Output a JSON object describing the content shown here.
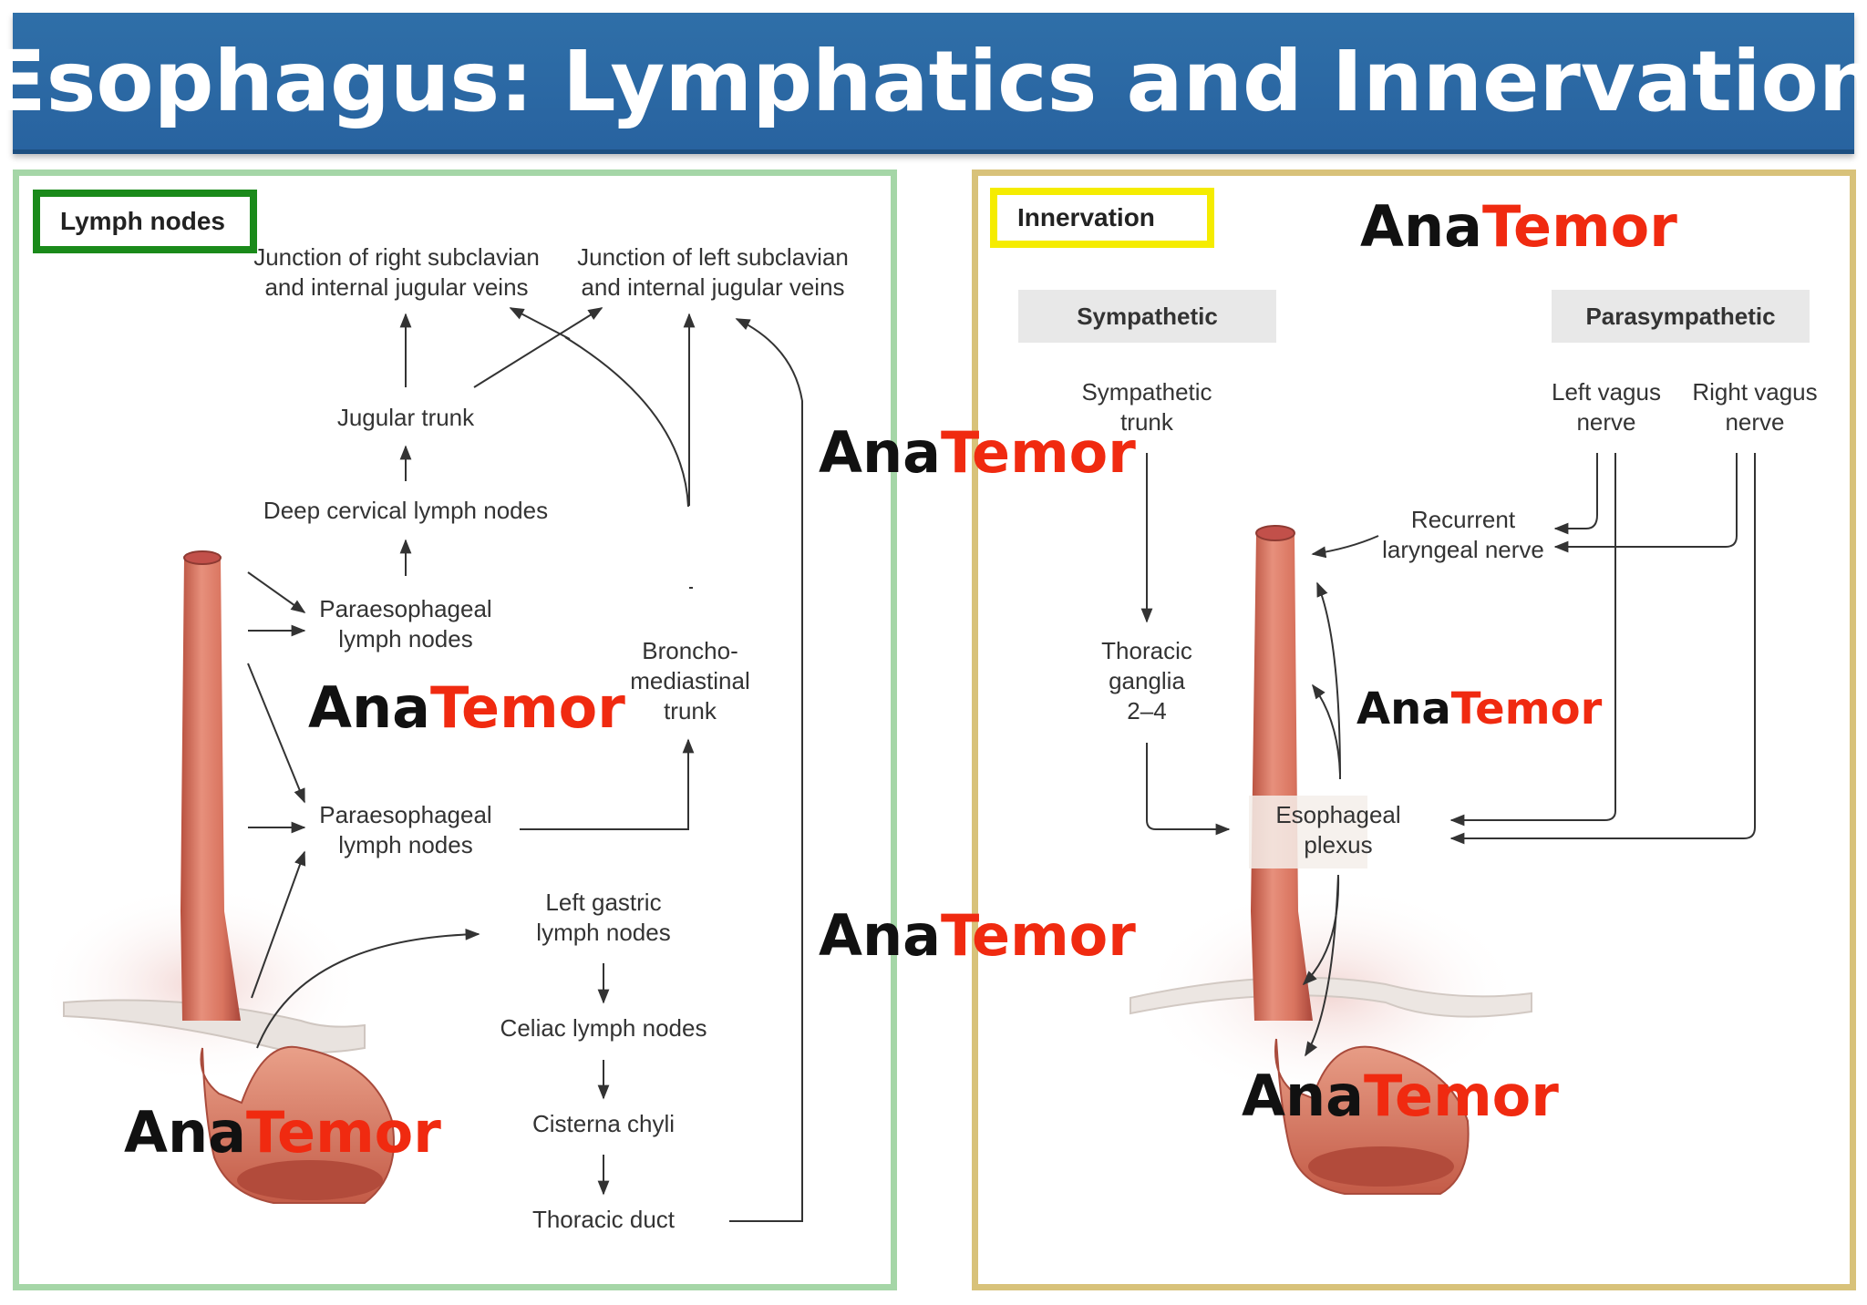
{
  "title": "Esophagus: Lymphatics and Innervation",
  "lymph_panel": {
    "tag": "Lymph nodes",
    "labels": {
      "junction_right": "Junction of right subclavian\nand internal jugular veins",
      "junction_left": "Junction of left subclavian\nand internal jugular veins",
      "jugular_trunk": "Jugular trunk",
      "deep_cervical": "Deep cervical lymph nodes",
      "paraesophageal_upper": "Paraesophageal\nlymph nodes",
      "bronchomediastinal": "Broncho-\nmediastinal\ntrunk",
      "paraesophageal_lower": "Paraesophageal\nlymph nodes",
      "left_gastric": "Left gastric\nlymph nodes",
      "celiac": "Celiac lymph nodes",
      "cisterna": "Cisterna chyli",
      "thoracic_duct": "Thoracic duct"
    }
  },
  "innervation_panel": {
    "tag": "Innervation",
    "headers": {
      "sympathetic": "Sympathetic",
      "parasympathetic": "Parasympathetic"
    },
    "labels": {
      "sympathetic_trunk": "Sympathetic\ntrunk",
      "left_vagus": "Left vagus\nnerve",
      "right_vagus": "Right vagus\nnerve",
      "recurrent_laryngeal": "Recurrent\nlaryngeal nerve",
      "thoracic_ganglia": "Thoracic\nganglia\n2–4",
      "esophageal_plexus": "Esophageal\nplexus"
    }
  },
  "watermark": {
    "part1": "Ana",
    "part2": "Temor"
  },
  "colors": {
    "banner": "#2f6fa8",
    "lymph_border": "#a5d6a7",
    "innervation_border": "#d8c27a",
    "lymph_tag_border": "#1a8a1a",
    "innervation_tag_border": "#f5ec00",
    "watermark_red": "#f02a10"
  }
}
